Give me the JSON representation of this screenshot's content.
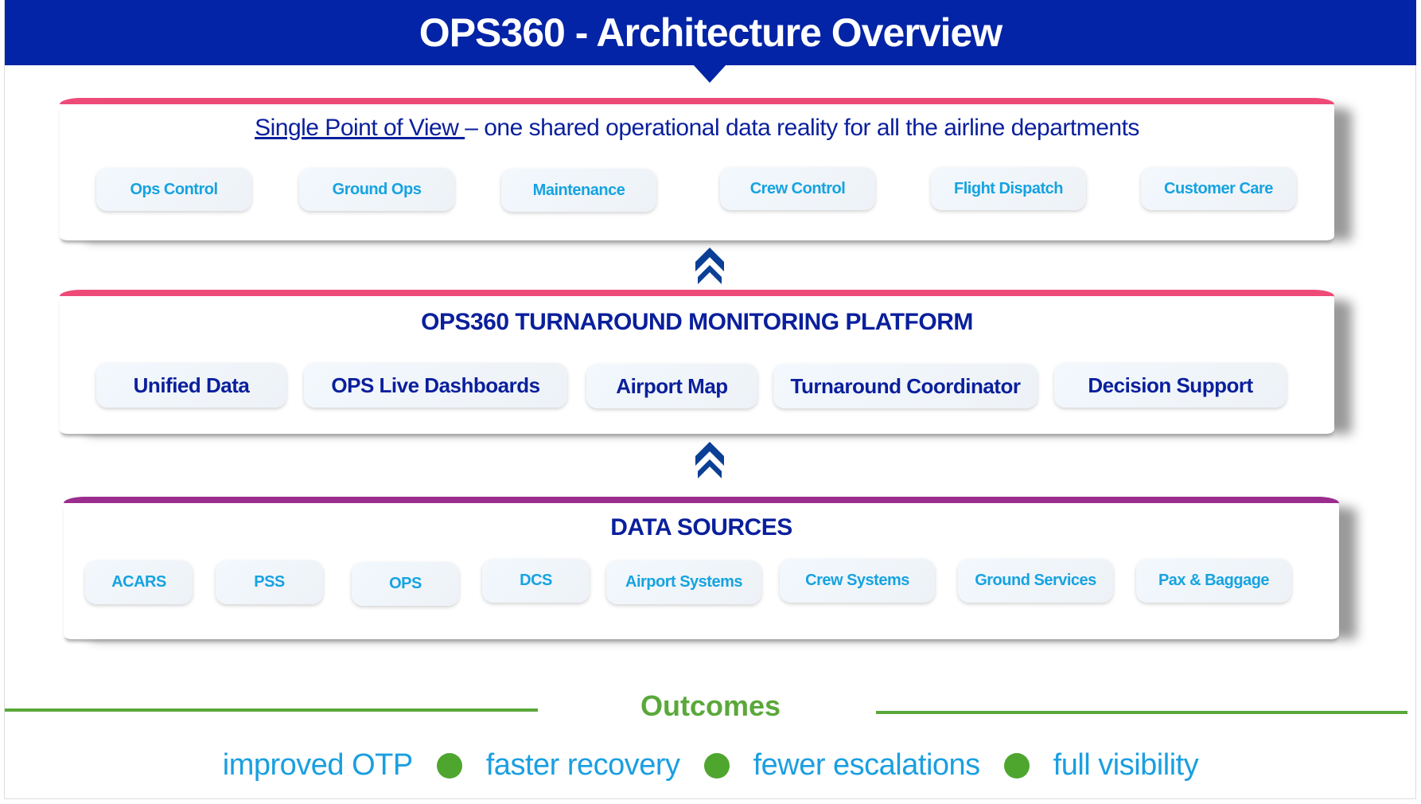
{
  "title": "OPS360 - Architecture Overview",
  "colors": {
    "header": "#0324a6",
    "accent_pink": "#ee4a78",
    "accent_purple": "#9b2d8e",
    "outcome_green": "#5aa83a",
    "pill_text": "#16a3e0",
    "dark_text": "#0a1f9c"
  },
  "layer_top": {
    "title_link": "Single Point of View ",
    "title_rest": "– one shared operational data reality for all the airline departments",
    "items": [
      "Ops Control",
      "Ground Ops",
      "Maintenance",
      "Crew Control",
      "Flight Dispatch",
      "Customer Care"
    ]
  },
  "layer_mid": {
    "title": "OPS360 TURNAROUND MONITORING PLATFORM",
    "items": [
      "Unified Data",
      "OPS Live Dashboards",
      "Airport Map",
      "Turnaround Coordinator",
      "Decision Support"
    ]
  },
  "layer_bottom": {
    "title": "DATA SOURCES",
    "items": [
      "ACARS",
      "PSS",
      "OPS",
      "DCS",
      "Airport Systems",
      "Crew Systems",
      "Ground Services",
      "Pax & Baggage"
    ]
  },
  "outcomes": {
    "title": "Outcomes",
    "items": [
      "improved OTP",
      "faster recovery",
      "fewer escalations",
      "full visibility"
    ]
  },
  "icons": {
    "arrow": "double-chevron-up-icon",
    "bullet": "green-dot-icon"
  }
}
